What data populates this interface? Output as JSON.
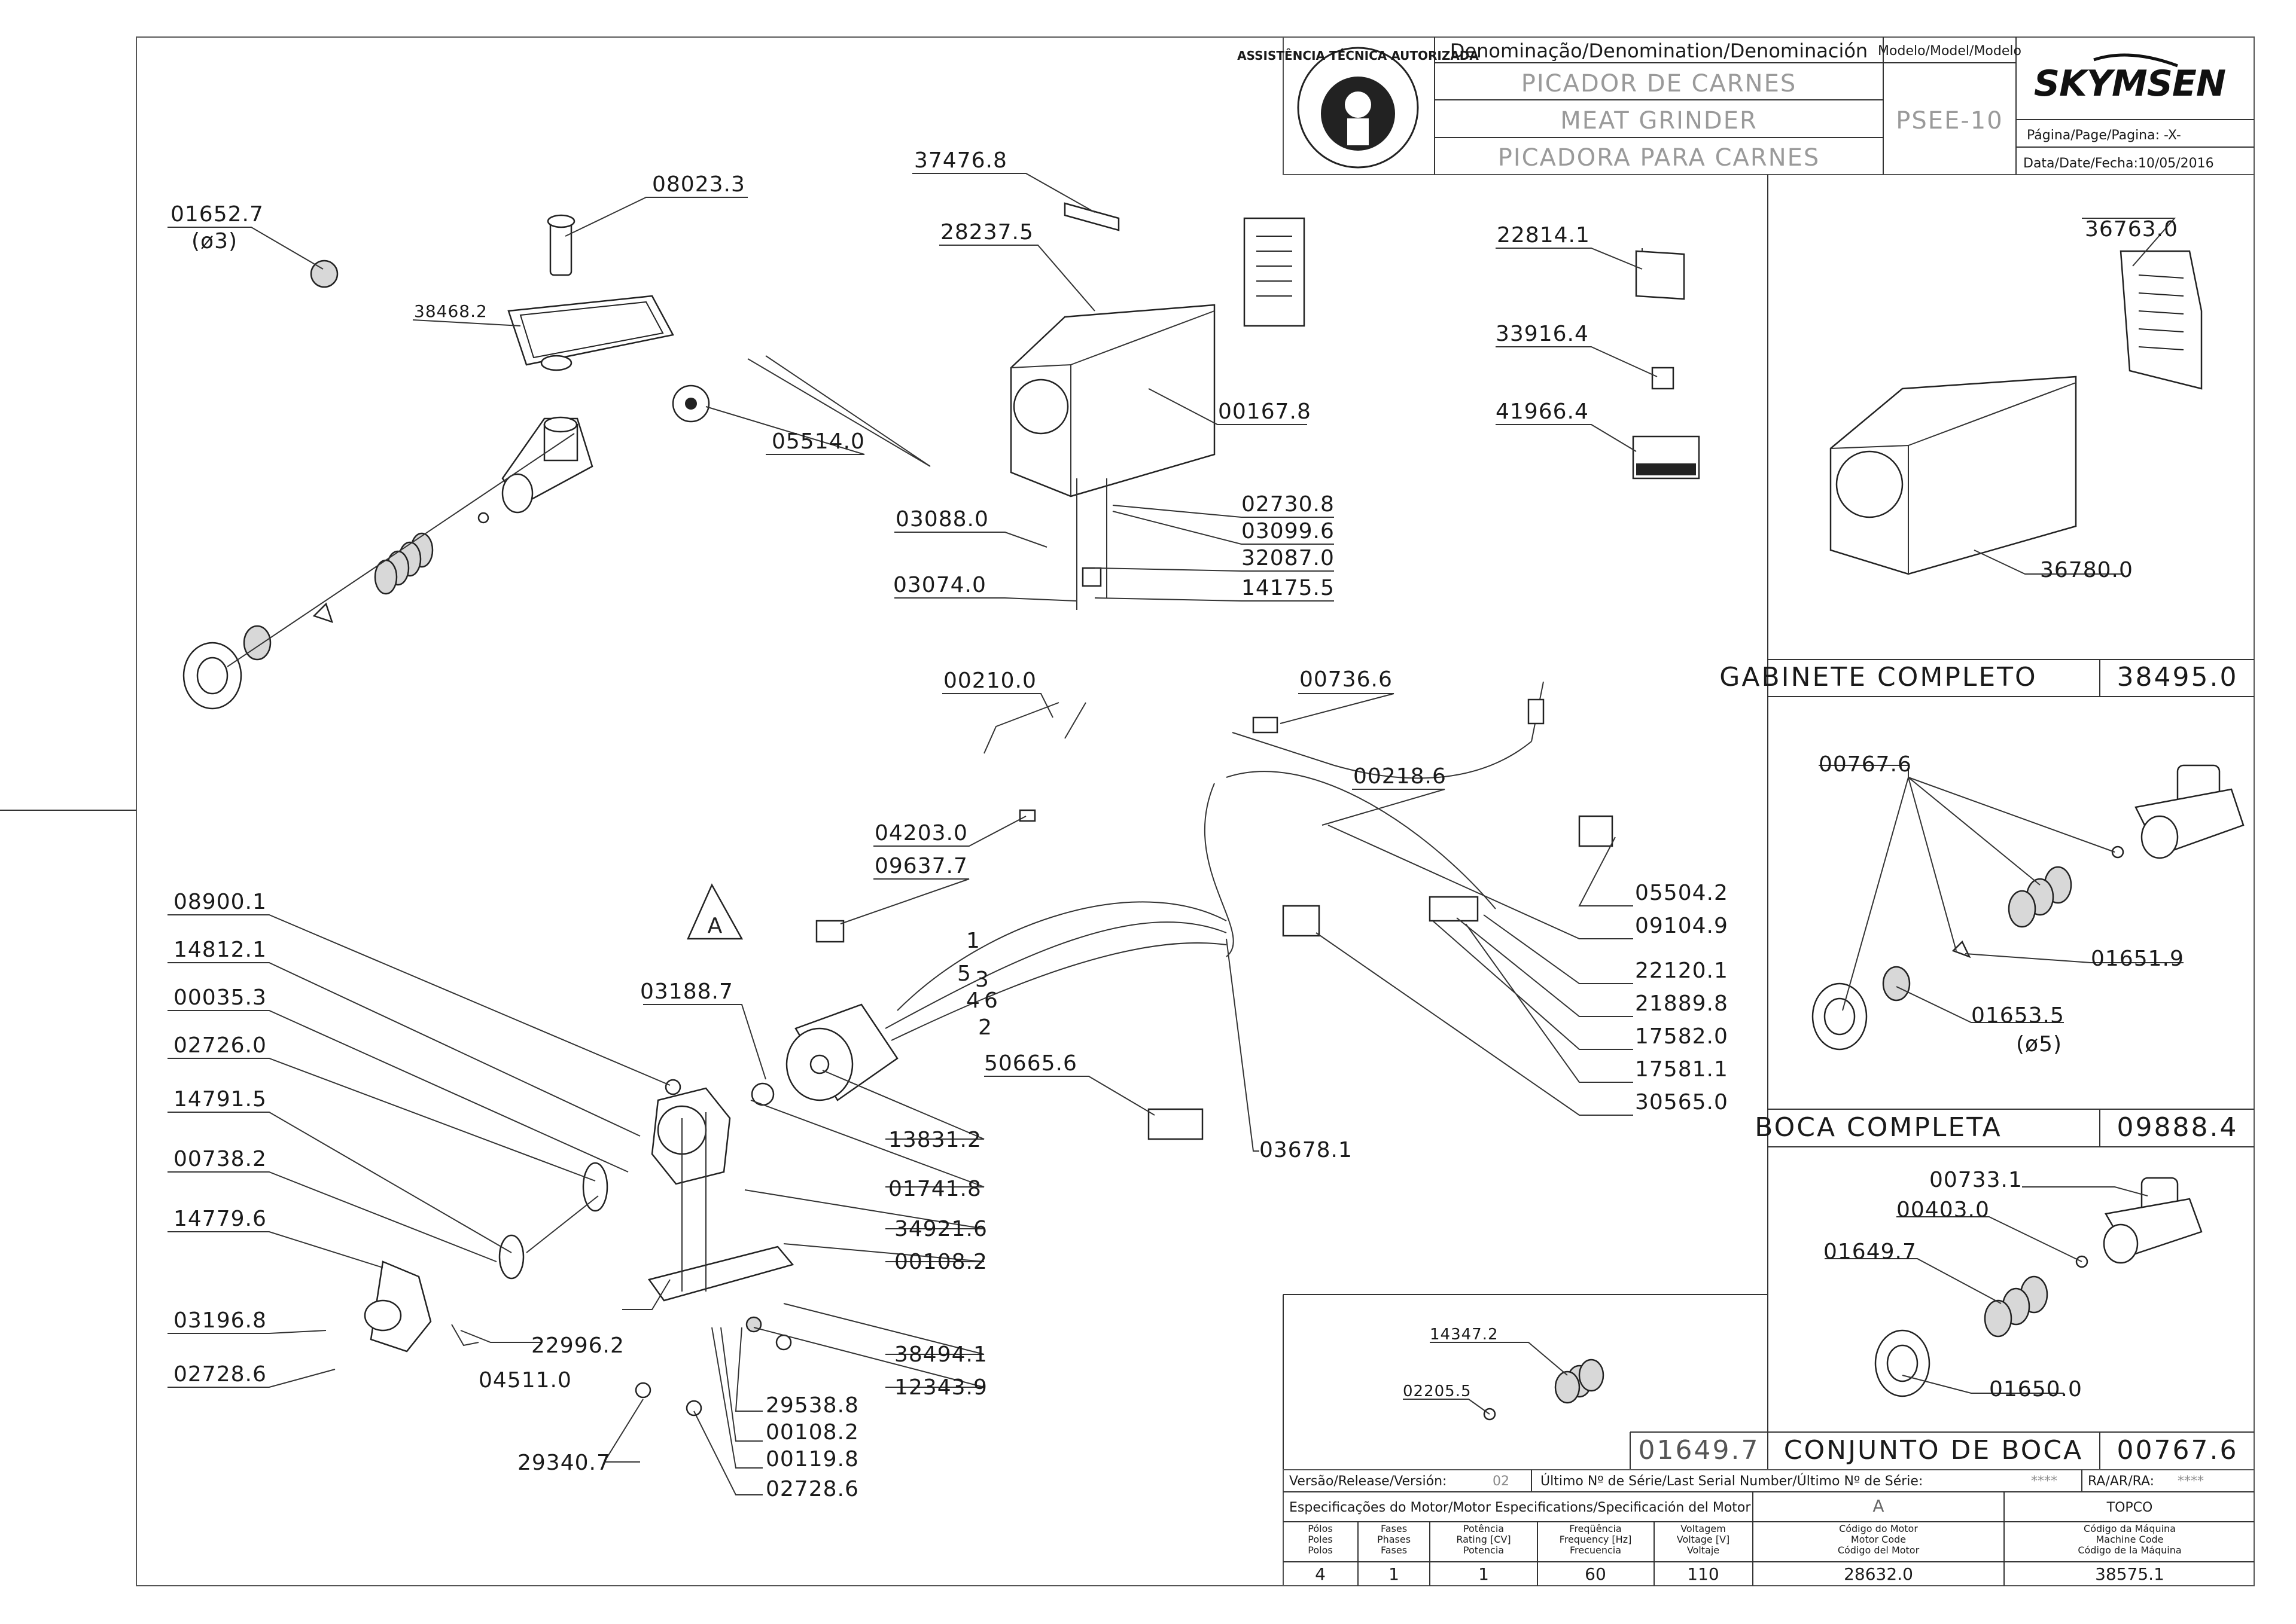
{
  "title_block": {
    "denomination_header": "Denominação/Denomination/Denominación",
    "model_header": "Modelo/Model/Modelo",
    "name_pt": "PICADOR DE CARNES",
    "name_en": "MEAT GRINDER",
    "name_es": "PICADORA PARA CARNES",
    "model": "PSEE-10",
    "brand": "SKYMSEN",
    "page": "Página/Page/Pagina: -X-",
    "date": "Data/Date/Fecha:10/05/2016",
    "seal_text": "ASSISTÊNCIA TÉCNICA AUTORIZADA"
  },
  "parts": {
    "p01652_7": "01652.7",
    "p01652_7_note": "(ø3)",
    "p08023_3": "08023.3",
    "p38468_2": "38468.2",
    "p05514_0": "05514.0",
    "p37476_8": "37476.8",
    "p28237_5": "28237.5",
    "p00167_8": "00167.8",
    "p02730_8": "02730.8",
    "p03099_6": "03099.6",
    "p03088_0": "03088.0",
    "p32087_0": "32087.0",
    "p03074_0": "03074.0",
    "p14175_5": "14175.5",
    "p22814_1": "22814.1",
    "p33916_4": "33916.4",
    "p41966_4": "41966.4",
    "p00210_0": "00210.0",
    "p00736_6": "00736.6",
    "p00218_6": "00218.6",
    "p04203_0": "04203.0",
    "p09637_7": "09637.7",
    "p05504_2": "05504.2",
    "p09104_9": "09104.9",
    "p22120_1": "22120.1",
    "p21889_8": "21889.8",
    "p17582_0": "17582.0",
    "p17581_1": "17581.1",
    "p30565_0": "30565.0",
    "p08900_1": "08900.1",
    "p14812_1": "14812.1",
    "p00035_3": "00035.3",
    "p02726_0": "02726.0",
    "p14791_5": "14791.5",
    "p00738_2": "00738.2",
    "p14779_6": "14779.6",
    "p03196_8": "03196.8",
    "p02728_6a": "02728.6",
    "p04511_0": "04511.0",
    "p22996_2": "22996.2",
    "p29340_7": "29340.7",
    "p03188_7": "03188.7",
    "p13831_2": "13831.2",
    "p01741_8": "01741.8",
    "p34921_6": "34921.6",
    "p00108_2a": "00108.2",
    "p38494_1": "38494.1",
    "p12343_9": "12343.9",
    "p29538_8": "29538.8",
    "p00108_2b": "00108.2",
    "p00119_8": "00119.8",
    "p02728_6b": "02728.6",
    "p50665_6": "50665.6",
    "p03678_1": "03678.1",
    "wire_1": "1",
    "wire_5": "5",
    "wire_3": "3",
    "wire_4": "4",
    "wire_6": "6",
    "wire_2": "2",
    "rev_mark": "A"
  },
  "cabinet_section": {
    "p36763_0": "36763.0",
    "p36780_0": "36780.0",
    "title": "GABINETE COMPLETO",
    "code": "38495.0"
  },
  "mouth_section": {
    "p00767_6": "00767.6",
    "p01651_9": "01651.9",
    "p01653_5": "01653.5",
    "p01653_5_note": "(ø5)",
    "title": "BOCA COMPLETA",
    "code": "09888.4"
  },
  "mouth_set_section": {
    "p00733_1": "00733.1",
    "p00403_0": "00403.0",
    "p01649_7": "01649.7",
    "p01650_0": "01650.0",
    "p14347_2": "14347.2",
    "p02205_5": "02205.5",
    "sub_code": "01649.7",
    "title": "CONJUNTO DE BOCA",
    "code": "00767.6"
  },
  "bottom_block": {
    "version_label": "Versão/Release/Versión:",
    "version_value": "02",
    "serial_label": "Último Nº de Série/Last Serial Number/Último Nº de Série:",
    "serial_value": "****",
    "ra_label": "RA/AR/RA:",
    "ra_value": "****",
    "motor_spec_label": "Especificações do Motor/Motor Especifications/Specificación del Motor",
    "motor_letter": "A",
    "motor_brand": "TOPCO",
    "columns": [
      {
        "head": [
          "Pólos",
          "Poles",
          "Polos"
        ],
        "value": "4"
      },
      {
        "head": [
          "Fases",
          "Phases",
          "Fases"
        ],
        "value": "1"
      },
      {
        "head": [
          "Potência",
          "Rating [CV]",
          "Potencia"
        ],
        "value": "1"
      },
      {
        "head": [
          "Freqüência",
          "Frequency [Hz]",
          "Frecuencia"
        ],
        "value": "60"
      },
      {
        "head": [
          "Voltagem",
          "Voltage [V]",
          "Voltaje"
        ],
        "value": "110"
      },
      {
        "head": [
          "Código do Motor",
          "Motor Code",
          "Código del Motor"
        ],
        "value": "28632.0"
      },
      {
        "head": [
          "Código da Máquina",
          "Machine Code",
          "Código de la Máquina"
        ],
        "value": "38575.1"
      }
    ]
  }
}
